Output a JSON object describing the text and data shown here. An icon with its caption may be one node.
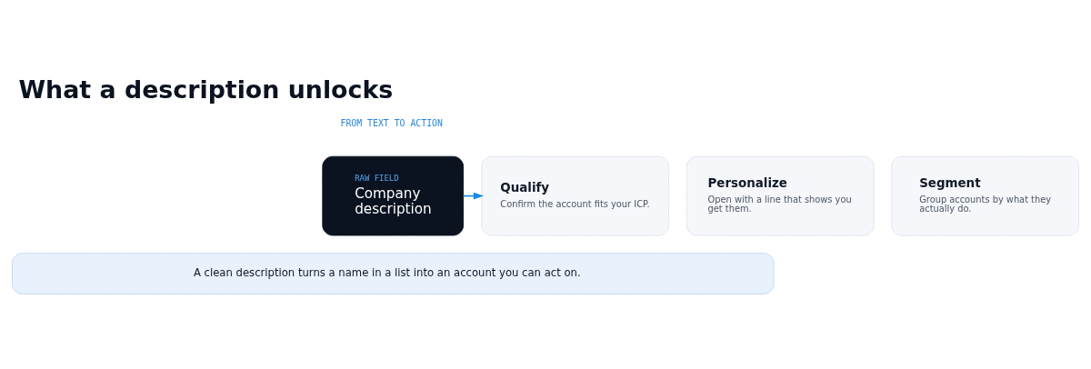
{
  "diagram": {
    "title": "What a description unlocks",
    "nodes": [
      {
        "text": [
          "RAW FIELD",
          "Company description"
        ]
      },
      {
        "text": [
          "Qualify",
          "Confirm the account fits your ICP."
        ]
      },
      {
        "text": [
          "Personalize",
          "Open with a line that shows you get them."
        ]
      },
      {
        "text": [
          "Segment",
          "Group accounts by what they actually do."
        ]
      },
      {
        "text": [
          "A clean description turns a name in a list into an account you can act on."
        ]
      }
    ],
    "edges": [
      {
        "from": 0,
        "to": 1,
        "arrow": "to"
      }
    ],
    "labels": [
      "FROM TEXT TO ACTION"
    ]
  }
}
